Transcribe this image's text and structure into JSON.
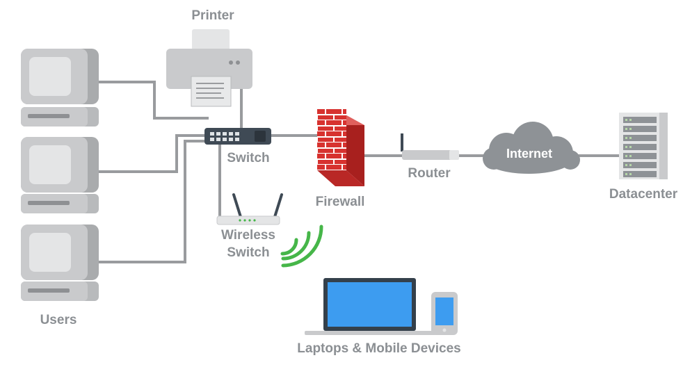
{
  "labels": {
    "printer": "Printer",
    "switch": "Switch",
    "firewall": "Firewall",
    "router": "Router",
    "internet": "Internet",
    "datacenter": "Datacenter",
    "wireless_switch_line1": "Wireless",
    "wireless_switch_line2": "Switch",
    "users": "Users",
    "laptops_mobile": "Laptops & Mobile Devices"
  },
  "icons": {
    "printer": "printer-icon",
    "switch": "network-switch-icon",
    "firewall": "brick-firewall-icon",
    "router": "router-icon",
    "internet": "cloud-icon",
    "datacenter": "server-rack-icon",
    "wireless_switch": "wireless-access-point-icon",
    "wifi_signal": "wifi-signal-icon",
    "users": "desktop-computer-icon",
    "laptop": "laptop-icon",
    "mobile": "mobile-phone-icon"
  },
  "colors": {
    "line": "#999b9e",
    "device_body": "#c9cacc",
    "device_dark": "#a9abad",
    "firewall_red": "#d7322f",
    "wifi_green": "#46b649",
    "screen_blue": "#3d9cf0",
    "label": "#8b8f93"
  }
}
